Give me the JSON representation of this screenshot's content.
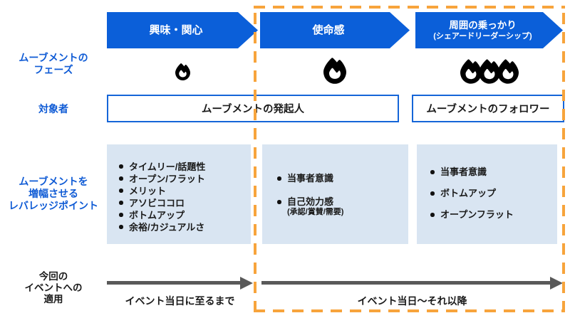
{
  "colors": {
    "arrow_blue": "#0B5FD9",
    "label_blue": "#0F5BD5",
    "box_border_blue": "#1565D8",
    "panel_blue": "#D9E5F2",
    "accent_orange": "#F7A43C",
    "timeline_gray": "#595959",
    "flame_black": "#000000"
  },
  "left_labels": {
    "phase_line1": "ムーブメントの",
    "phase_line2": "フェーズ",
    "target": "対象者",
    "leverage_line1": "ムーブメントを",
    "leverage_line2": "増幅させる",
    "leverage_line3": "レバレッジポイント",
    "application_line1": "今回の",
    "application_line2": "イベントへの",
    "application_line3": "適用"
  },
  "phases": [
    {
      "label": "興味・関心",
      "flame_count": 1
    },
    {
      "label": "使命感",
      "flame_count": 1
    },
    {
      "label": "周囲の乗っかり",
      "sublabel": "(シェアードリーダーシップ)",
      "flame_count": 3
    }
  ],
  "targets": [
    {
      "label": "ムーブメントの発起人"
    },
    {
      "label": "ムーブメントのフォロワー"
    }
  ],
  "leverage_panels": [
    {
      "items": [
        {
          "text": "タイムリー/話題性"
        },
        {
          "text": "オープン/フラット"
        },
        {
          "text": "メリット"
        },
        {
          "text": "アソビココロ"
        },
        {
          "text": "ボトムアップ"
        },
        {
          "text": "余裕/カジュアルさ"
        }
      ]
    },
    {
      "items": [
        {
          "text": "当事者意識"
        },
        {
          "text": "自己効力感",
          "note": "(承認/賞賛/需要)"
        }
      ]
    },
    {
      "items": [
        {
          "text": "当事者意識"
        },
        {
          "text": "ボトムアップ"
        },
        {
          "text": "オープンフラット"
        }
      ]
    }
  ],
  "timeline": {
    "left_label": "イベント当日に至るまで",
    "right_label": "イベント当日〜それ以降"
  }
}
